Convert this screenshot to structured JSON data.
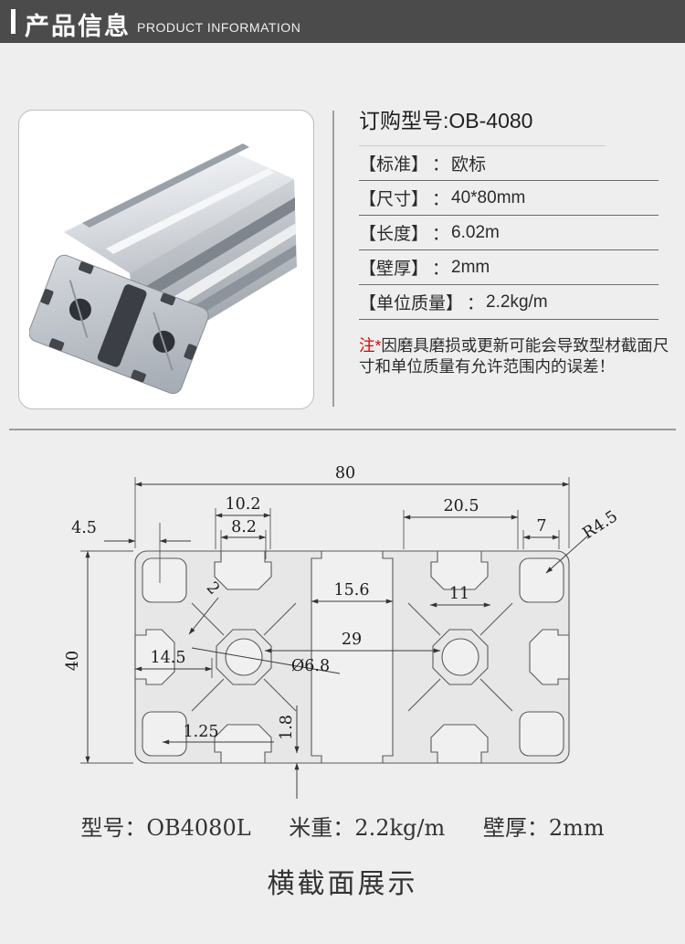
{
  "header": {
    "title_cn": "产品信息",
    "title_en": "PRODUCT INFORMATION"
  },
  "product": {
    "title": "订购型号:OB-4080",
    "colon": "：",
    "specs": [
      {
        "label": "【标准】",
        "value": "欧标"
      },
      {
        "label": "【尺寸】",
        "value": "40*80mm"
      },
      {
        "label": "【长度】",
        "value": "6.02m"
      },
      {
        "label": "【壁厚】",
        "value": "2mm"
      },
      {
        "label": "【单位质量】",
        "value": "2.2kg/m"
      }
    ],
    "note_prefix": "注*",
    "note_text": "因磨具磨损或更新可能会导致型材截面尺寸和单位质量有允许范围内的误差！"
  },
  "drawing": {
    "dims": {
      "overall_width": "80",
      "top_slot_outer": "10.2",
      "top_slot_opening": "8.2",
      "top_right_span": "20.5",
      "corner_slot_width": "7",
      "corner_radius": "R4.5",
      "edge_offset": "4.5",
      "web_thickness": "2",
      "center_channel_width": "15.6",
      "inner_cavity_width": "11",
      "hole_edge_span": "29",
      "overall_height": "40",
      "hole_offset": "14.5",
      "hole_diameter": "Ø6.8",
      "lip_thickness": "1.25",
      "bottom_wall": "1.8"
    }
  },
  "footer": {
    "specs": [
      {
        "label": "型号：",
        "value": "OB4080L"
      },
      {
        "label": "米重：",
        "value": "2.2kg/m"
      },
      {
        "label": "壁厚：",
        "value": "2mm"
      }
    ],
    "section_title": "横截面展示"
  }
}
